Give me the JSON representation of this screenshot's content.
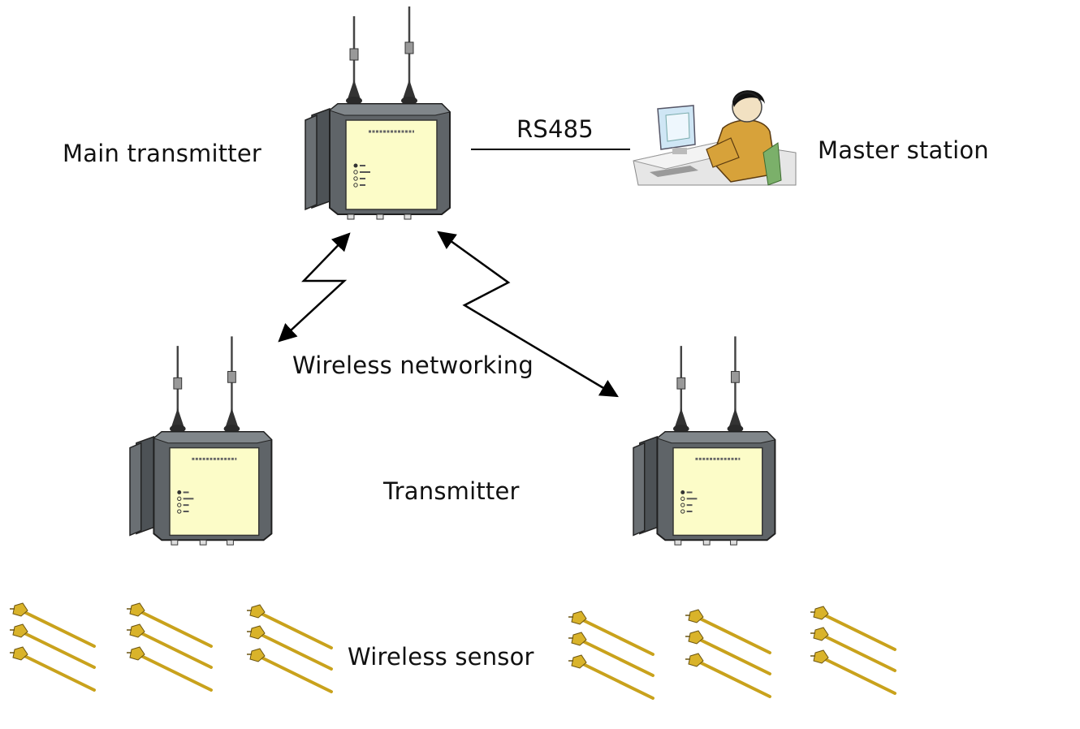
{
  "labels": {
    "main_transmitter": "Main transmitter",
    "master_station": "Master station",
    "rs485": "RS485",
    "wireless_networking": "Wireless networking",
    "transmitter": "Transmitter",
    "wireless_sensor": "Wireless sensor"
  },
  "colors": {
    "device_body": "#5f6468",
    "device_panel": "#fcfcc8",
    "sensor": "#c9a21c",
    "person_shirt": "#d7a23a",
    "line": "#000000"
  },
  "icons": {
    "transmitter": "transmitter-box-icon",
    "antenna": "antenna-icon",
    "operator": "operator-at-computer-icon",
    "sensor": "wireless-sensor-icon"
  }
}
